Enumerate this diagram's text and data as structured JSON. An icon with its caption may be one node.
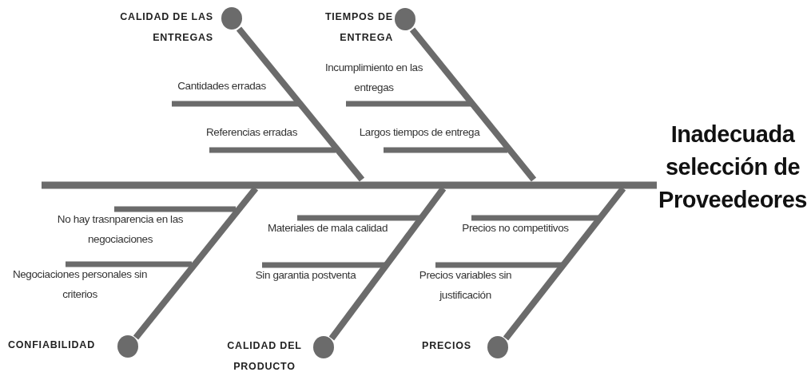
{
  "diagram": {
    "nodes": [
      {
        "text": [
          "CALIDAD DE LAS ENTREGAS"
        ]
      },
      {
        "text": [
          "TIEMPOS DE ENTREGA"
        ]
      },
      {
        "text": [
          "Cantidades erradas"
        ]
      },
      {
        "text": [
          "Incumplimiento en las entregas"
        ]
      },
      {
        "text": [
          "Referencias erradas"
        ]
      },
      {
        "text": [
          "Largos tiempos de entrega"
        ]
      },
      {
        "text": [
          "Inadecuada selección de Proveedeores"
        ]
      },
      {
        "text": [
          "No hay trasnparencia en las negociaciones"
        ]
      },
      {
        "text": [
          "Materiales de mala calidad"
        ]
      },
      {
        "text": [
          "Precios no competitivos"
        ]
      },
      {
        "text": [
          "Negociaciones personales sin criterios"
        ]
      },
      {
        "text": [
          "Sin garantia postventa"
        ]
      },
      {
        "text": [
          "Precios variables sin justificación"
        ]
      },
      {
        "text": [
          "CONFIABILIDAD"
        ]
      },
      {
        "text": [
          "CALIDAD DEL PRODUCTO"
        ]
      },
      {
        "text": [
          "PRECIOS"
        ]
      }
    ],
    "edges": [
      {
        "from": null,
        "to": 6,
        "arrow": "none"
      },
      {
        "from": 0,
        "to": null,
        "arrow": "none"
      },
      {
        "from": 1,
        "to": null,
        "arrow": "none"
      },
      {
        "from": 13,
        "to": null,
        "arrow": "none"
      },
      {
        "from": 14,
        "to": null,
        "arrow": "none"
      },
      {
        "from": 15,
        "to": null,
        "arrow": "none"
      },
      {
        "from": 2,
        "to": null,
        "arrow": "none"
      },
      {
        "from": 4,
        "to": null,
        "arrow": "none"
      },
      {
        "from": 3,
        "to": null,
        "arrow": "none"
      },
      {
        "from": 5,
        "to": null,
        "arrow": "none"
      },
      {
        "from": 7,
        "to": null,
        "arrow": "none"
      },
      {
        "from": 10,
        "to": null,
        "arrow": "none"
      },
      {
        "from": 8,
        "to": null,
        "arrow": "none"
      },
      {
        "from": 11,
        "to": null,
        "arrow": "none"
      },
      {
        "from": 9,
        "to": null,
        "arrow": "none"
      },
      {
        "from": 12,
        "to": null,
        "arrow": "none"
      }
    ]
  }
}
